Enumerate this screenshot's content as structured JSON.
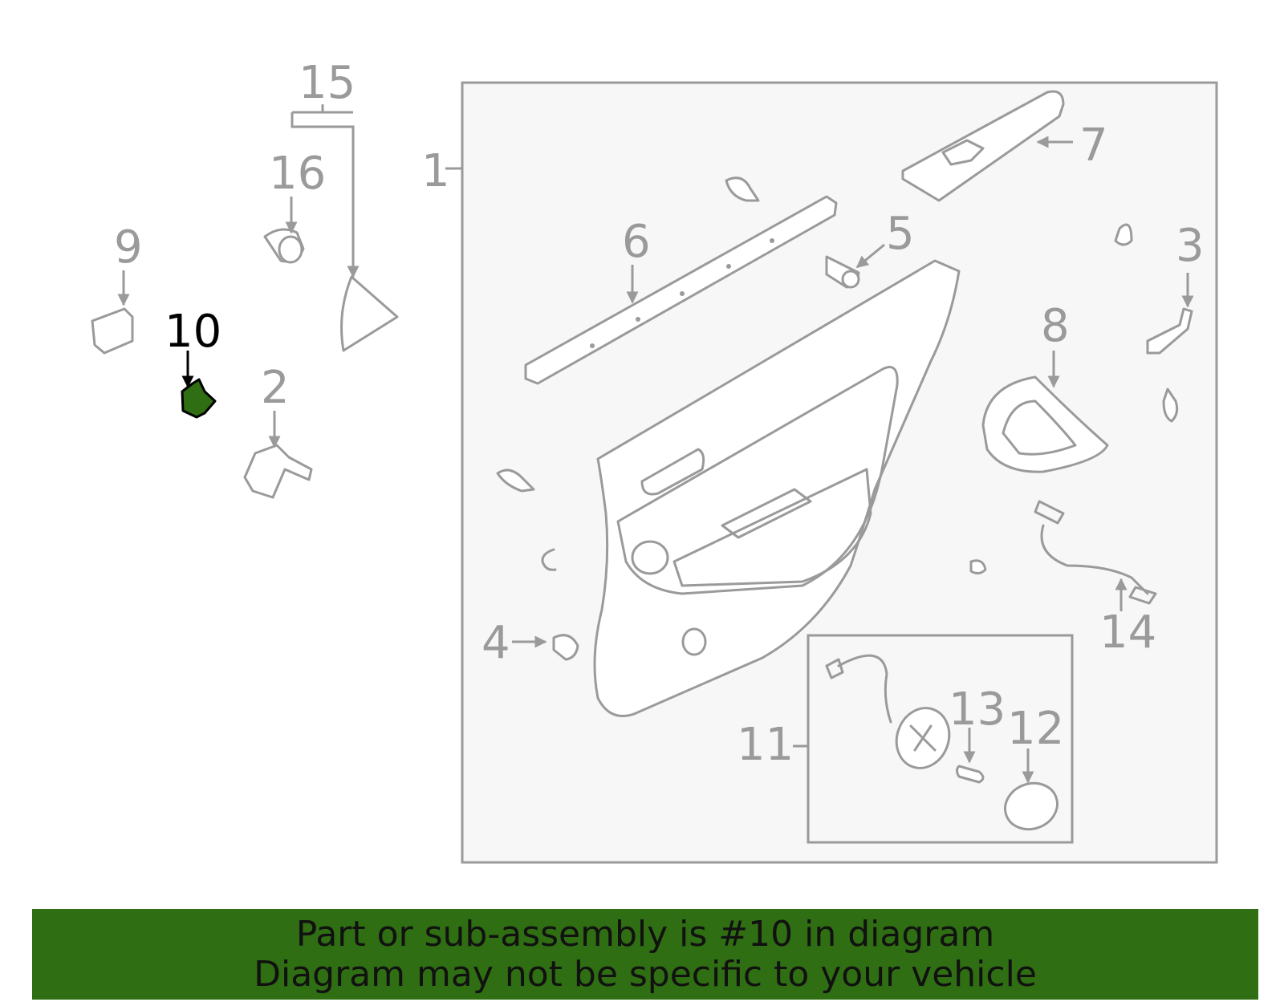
{
  "callouts": {
    "c1": "1",
    "c2": "2",
    "c3": "3",
    "c4": "4",
    "c5": "5",
    "c6": "6",
    "c7": "7",
    "c8": "8",
    "c9": "9",
    "c10": "10",
    "c11": "11",
    "c12": "12",
    "c13": "13",
    "c14": "14",
    "c15": "15",
    "c16": "16"
  },
  "highlighted_part": "10",
  "colors": {
    "highlight": "#2f6e12",
    "line": "#9a9a9a",
    "banner": "#2f6e12",
    "text": "#111111"
  },
  "banner": {
    "line1": "Part or sub-assembly is #10 in diagram",
    "line2": "Diagram may not be specific to your vehicle"
  }
}
